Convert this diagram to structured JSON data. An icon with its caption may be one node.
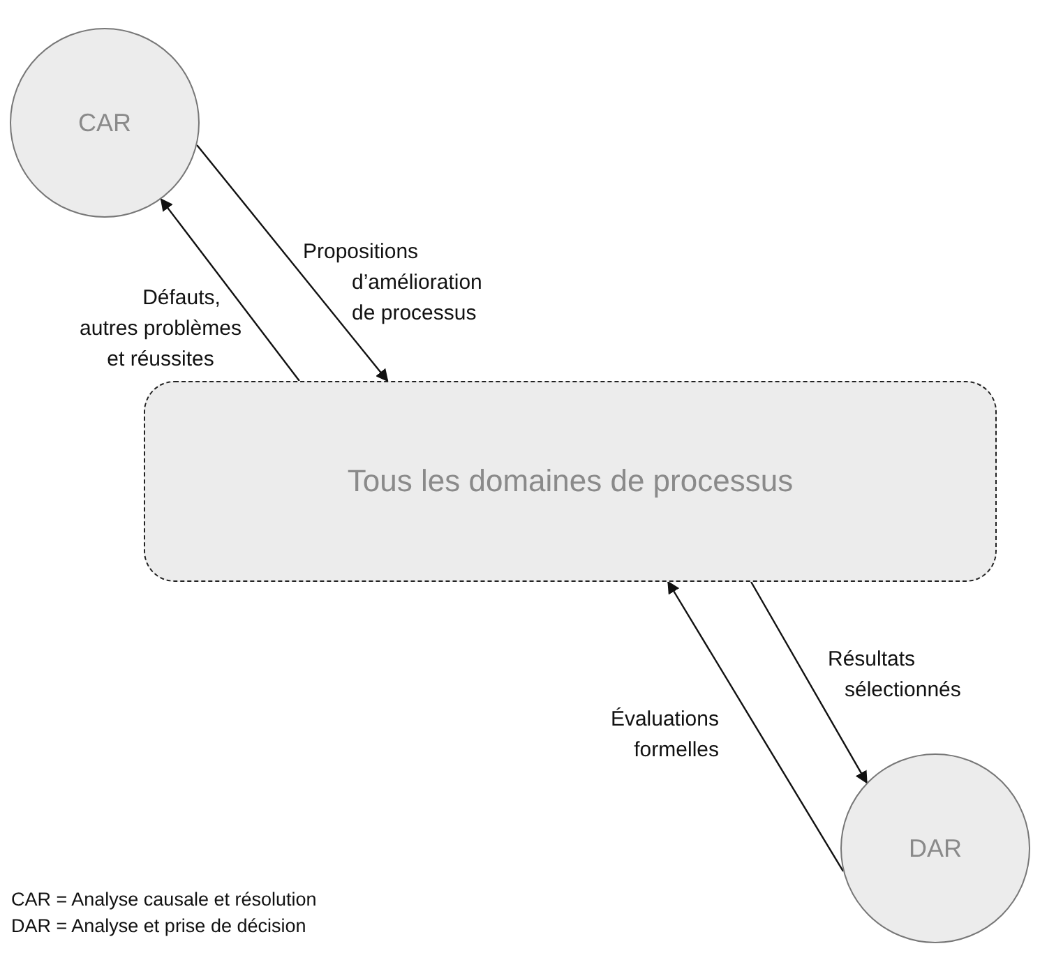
{
  "diagram": {
    "nodes": [
      {
        "text": [
          "CAR"
        ]
      },
      {
        "text": [
          "Tous les domaines de processus"
        ]
      },
      {
        "text": [
          "DAR"
        ]
      }
    ],
    "edges": [
      {
        "from": 1,
        "to": 0,
        "arrow": "to",
        "label": "Défauts, autres problèmes et réussites"
      },
      {
        "from": 0,
        "to": 1,
        "arrow": "to",
        "label": "Propositions d’amélioration de processus"
      },
      {
        "from": 1,
        "to": 2,
        "arrow": "to",
        "label": "Résultats sélectionnés"
      },
      {
        "from": 2,
        "to": 1,
        "arrow": "to",
        "label": "Évaluations formelles"
      }
    ],
    "labels": [
      "CAR = Analyse causale et résolution",
      "DAR = Analyse et prise de décision"
    ]
  }
}
